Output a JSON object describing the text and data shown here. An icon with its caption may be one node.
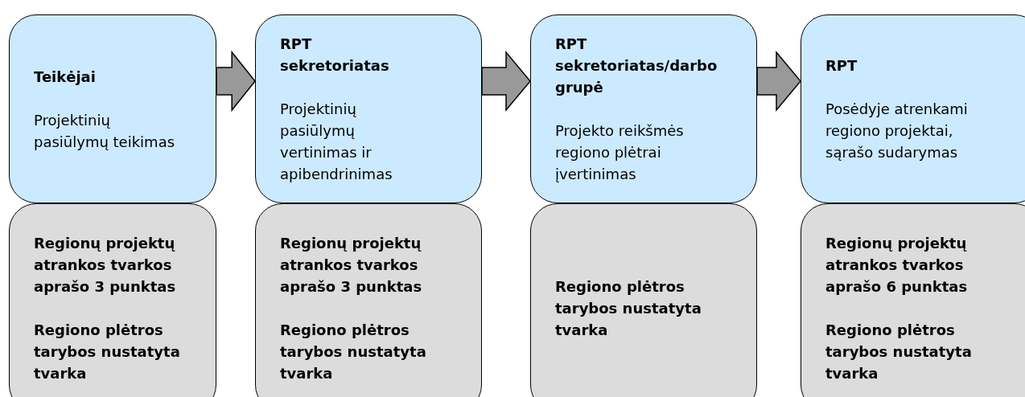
{
  "diagram": {
    "nodes": [
      {
        "text": [
          "Teikėjai",
          "Projektinių pasiūlymų teikimas"
        ]
      },
      {
        "text": [
          "RPT sekretoriatas",
          "Projektinių pasiūlymų vertinimas ir apibendrinimas"
        ]
      },
      {
        "text": [
          "RPT sekretoriatas/darbo grupė",
          "Projekto reikšmės regiono plėtrai įvertinimas"
        ]
      },
      {
        "text": [
          "RPT",
          "Posėdyje atrenkami regiono projektai, sąrašo sudarymas"
        ]
      },
      {
        "text": [
          "Regionų projektų atrankos tvarkos aprašo 3 punktas",
          "Regiono plėtros tarybos nustatyta tvarka"
        ]
      },
      {
        "text": [
          "Regionų projektų atrankos tvarkos aprašo 3 punktas",
          "Regiono plėtros tarybos nustatyta tvarka"
        ]
      },
      {
        "text": [
          "Regiono plėtros tarybos nustatyta tvarka"
        ]
      },
      {
        "text": [
          "Regionų projektų atrankos tvarkos aprašo 6 punktas",
          "Regiono plėtros tarybos nustatyta tvarka"
        ]
      }
    ],
    "edges": [
      {
        "from": 0,
        "to": 1,
        "arrow": "to"
      },
      {
        "from": 1,
        "to": 2,
        "arrow": "to"
      },
      {
        "from": 2,
        "to": 3,
        "arrow": "to"
      }
    ]
  }
}
